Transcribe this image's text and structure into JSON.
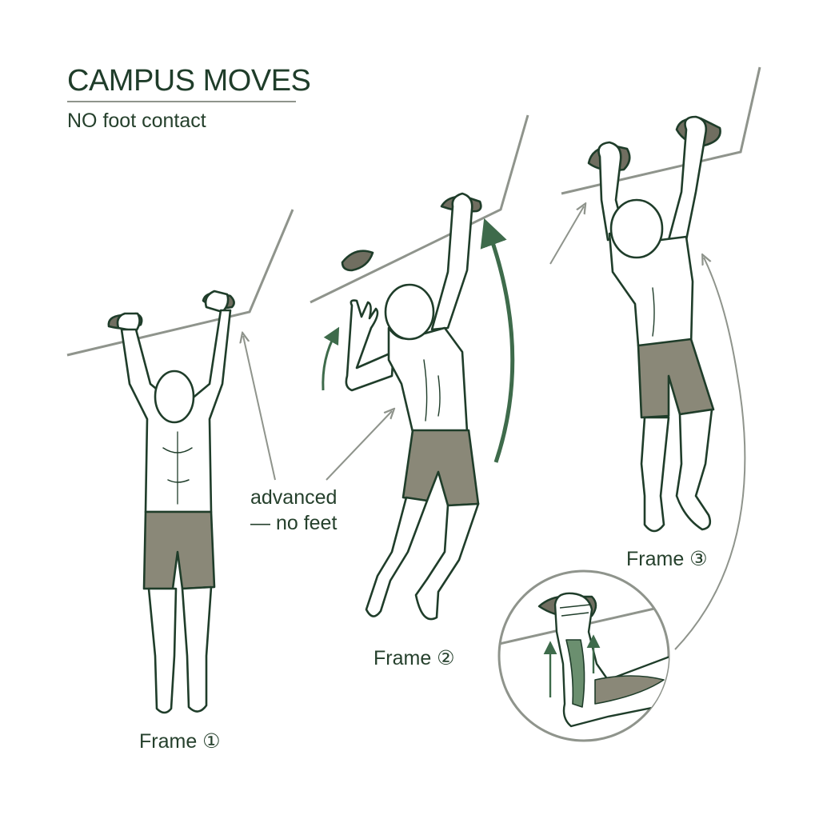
{
  "header": {
    "title": "CAMPUS MOVES",
    "subtitle": "NO foot contact"
  },
  "annotation": {
    "line1": "advanced",
    "line2": "— no feet"
  },
  "frames": [
    {
      "label": "Frame ①"
    },
    {
      "label": "Frame ②"
    },
    {
      "label": "Frame ③"
    }
  ],
  "colors": {
    "ink": "#1f3d2a",
    "accent_green": "#3e6b4b",
    "shorts": "#8a8878",
    "hold": "#706e60",
    "wall_line": "#8f948c",
    "muscle_highlight": "#6b8f6f"
  }
}
